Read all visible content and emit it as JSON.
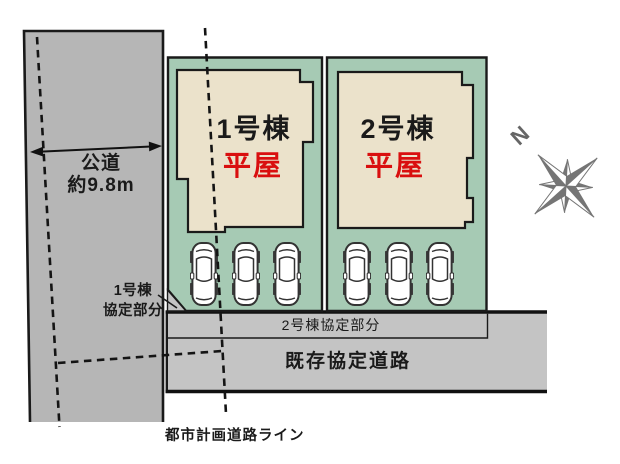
{
  "site_plan": {
    "public_road": {
      "name": "公道",
      "width": "約9.8m"
    },
    "buildings": [
      {
        "name": "1号棟",
        "type": "平屋",
        "parking_spaces": 3
      },
      {
        "name": "2号棟",
        "type": "平屋",
        "parking_spaces": 3
      }
    ],
    "annotations": {
      "lot1_agreement_line1": "1号棟",
      "lot1_agreement_line2": "協定部分",
      "lot2_agreement": "2号棟協定部分",
      "existing_agreement_road": "既存協定道路",
      "city_planning_road_line": "都市計画道路ライン",
      "compass_north": "N"
    },
    "icons": {
      "compass": "compass-rose-icon",
      "car": "car-top-view-icon"
    },
    "colors": {
      "lot_green": "#a6cab4",
      "building_beige": "#ebe2cb",
      "public_road_gray": "#b6b6b6",
      "agreement_road_gray": "#c4c4c4",
      "accent_red": "#d90f0f",
      "line_black": "#1a1a1a",
      "compass_gray": "#757575"
    }
  }
}
